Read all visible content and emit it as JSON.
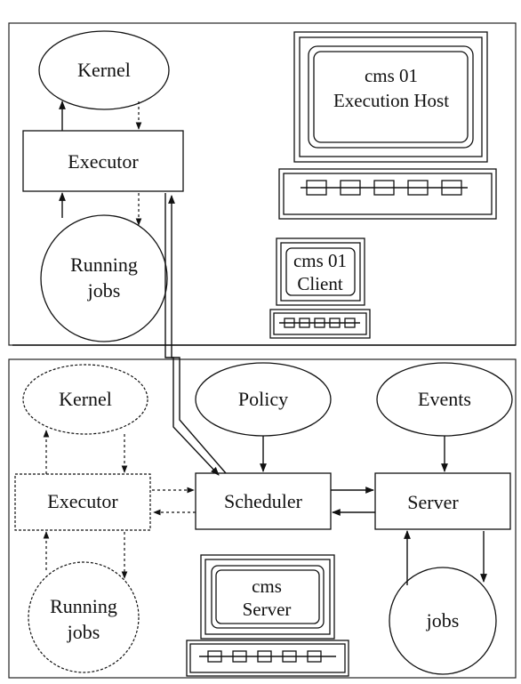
{
  "top": {
    "kernel": "Kernel",
    "executor": "Executor",
    "running_jobs": [
      "Running",
      "jobs"
    ],
    "execution_host": [
      "cms 01",
      "Execution Host"
    ],
    "client": [
      "cms 01",
      "Client"
    ]
  },
  "bottom": {
    "kernel": "Kernel",
    "policy": "Policy",
    "events": "Events",
    "executor": "Executor",
    "scheduler": "Scheduler",
    "server": "Server",
    "running_jobs": [
      "Running",
      "jobs"
    ],
    "jobs": "jobs",
    "cms_server": [
      "cms",
      "Server"
    ]
  }
}
